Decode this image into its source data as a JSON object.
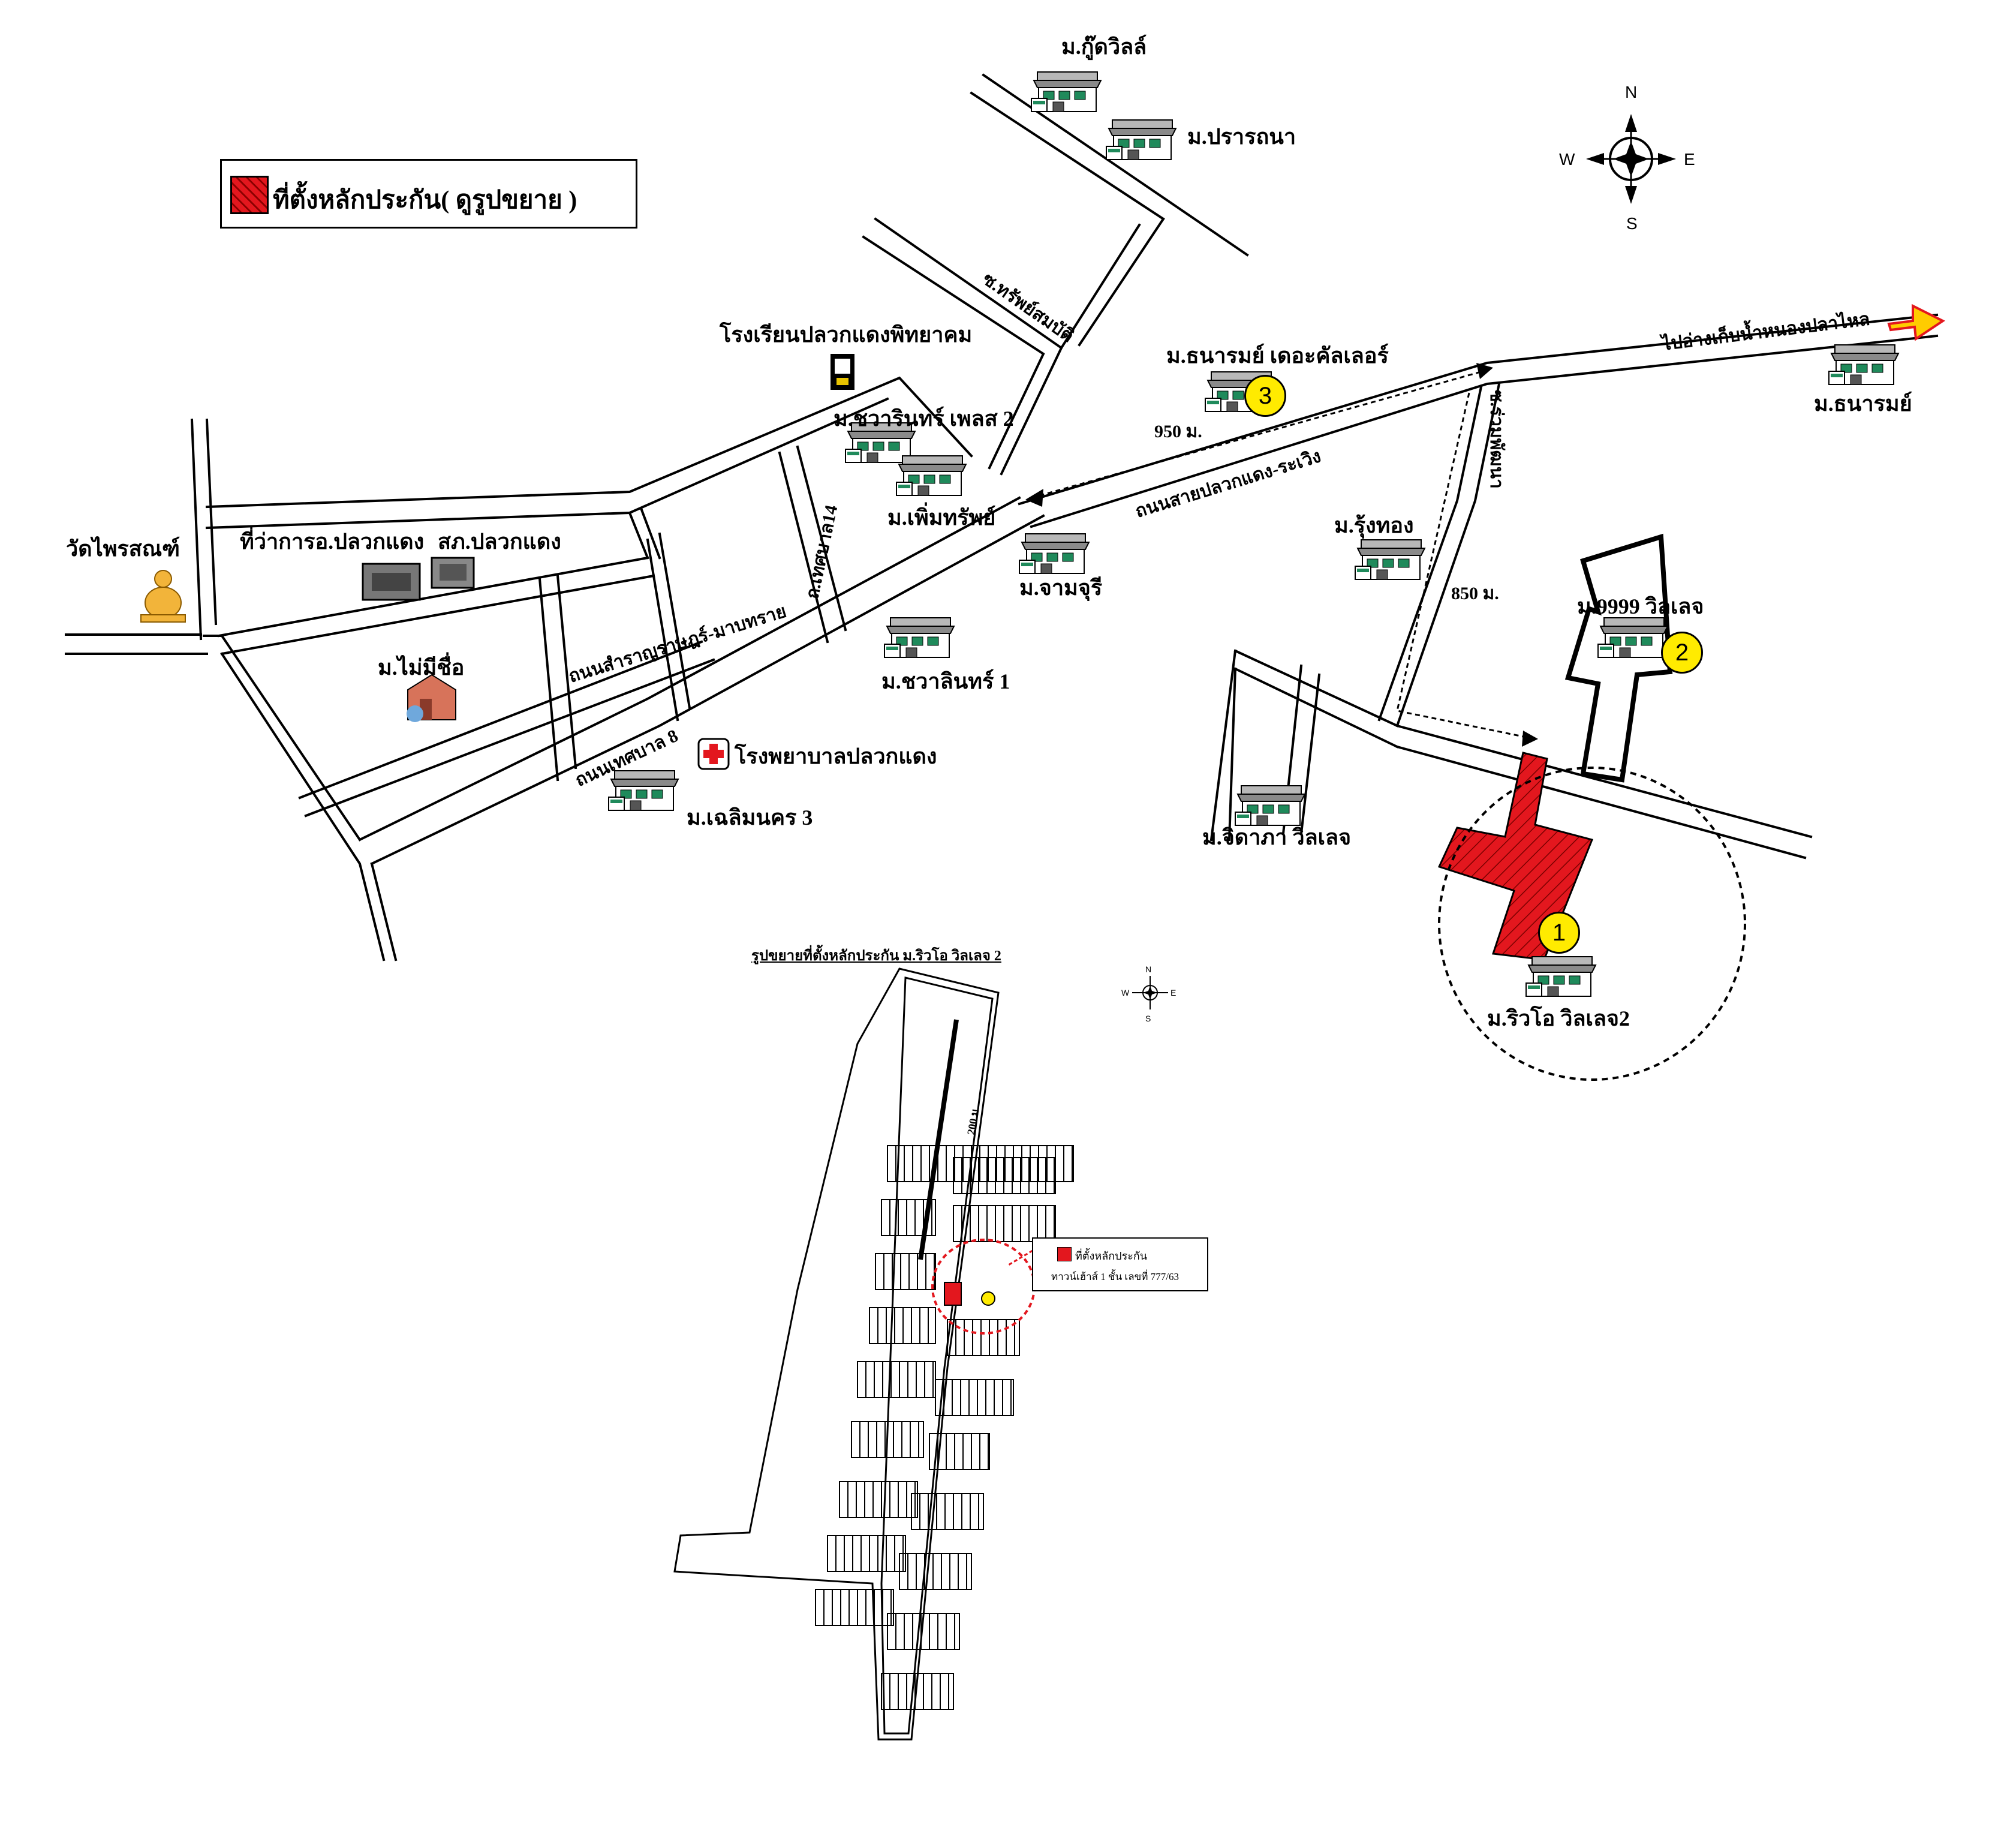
{
  "legend": {
    "label": "ที่ตั้งหลักประกัน( ดูรูปขยาย )",
    "color": "#e3171e"
  },
  "compass": {
    "n": "N",
    "s": "S",
    "e": "E",
    "w": "W"
  },
  "places": {
    "good_ville": "ม.กู๊ดวิลล์",
    "prarthana": "ม.ปรารถนา",
    "school": "โรงเรียนปลวกแดงพิทยาคม",
    "chawarin_place2": "ม.ชวารินทร์ เพลส 2",
    "permsap": "ม.เพิ่มทรัพย์",
    "district_office": "ที่ว่าการอ.ปลวกแดง",
    "police": "สภ.ปลวกแดง",
    "temple": "วัดไพรสณฑ์",
    "no_name": "ม.ไม่มีชื่อ",
    "chamjuree": "ม.จามจุรี",
    "chawarin1": "ม.ชวาลินทร์ 1",
    "hospital": "โรงพยาบาลปลวกแดง",
    "chalermnakorn3": "ม.เฉลิมนคร 3",
    "thanarom_colors": "ม.ธนารมย์ เดอะคัลเลอร์",
    "thanarom": "ม.ธนารมย์",
    "rungthong": "ม.รุ้งทอง",
    "v9999": "ม.9999 วิลเลจ",
    "jidapa": "ม.จิดาภา วิลเลจ",
    "rio": "ม.ริวโอ วิลเลจ2"
  },
  "roads": {
    "soi_sap": "ซ.ทรัพย์สมบัติ",
    "thesaban14": "ถ.เทศบาล14",
    "samrat": "ถนนสำราญราษฎร์-มาบทราย",
    "thesaban8": "ถนนเทศบาล 8",
    "main_road": "ถนนสายปลวกแดง-ระเวิง",
    "to_reservoir": "ไปอ่างเก็บน้ำหนองปลาไหล",
    "side_road": "ซ.ร่วมพัฒนา"
  },
  "distances": {
    "d950": "950 ม.",
    "d850": "850 ม."
  },
  "markers": [
    "1",
    "2",
    "3"
  ],
  "inset": {
    "title": "รูปขยายที่ตั้งหลักประกัน ม.ริวโอ วิลเลจ 2",
    "legend_line1": "ที่ตั้งหลักประกัน",
    "legend_line2": "ทาวน์เฮ้าส์ 1 ชั้น เลขที่ 777/63",
    "dim": "200 ม."
  }
}
